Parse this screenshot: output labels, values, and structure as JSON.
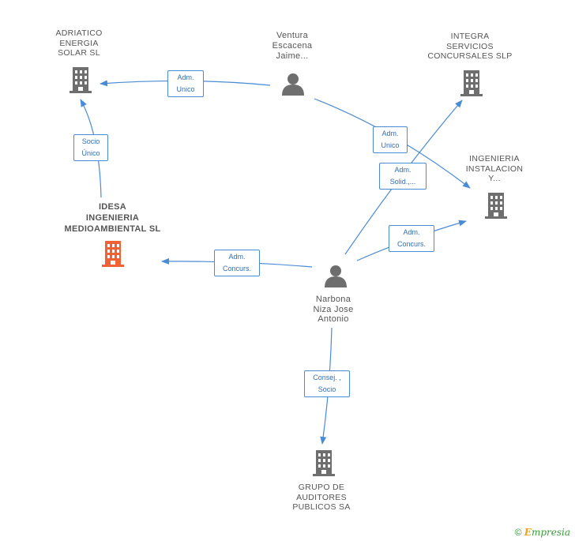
{
  "nodes": {
    "adriatico": {
      "lines": [
        "ADRIATICO",
        "ENERGIA",
        "SOLAR SL"
      ],
      "type": "company"
    },
    "ventura": {
      "lines": [
        "Ventura",
        "Escacena",
        "Jaime..."
      ],
      "type": "person"
    },
    "integra": {
      "lines": [
        "INTEGRA",
        "SERVICIOS",
        "CONCURSALES SLP"
      ],
      "type": "company"
    },
    "ingenieria": {
      "lines": [
        "INGENIERIA",
        "INSTALACION",
        "Y..."
      ],
      "type": "company"
    },
    "idesa": {
      "lines": [
        "IDESA",
        "INGENIERIA",
        "MEDIOAMBIENTAL SL"
      ],
      "type": "company-main"
    },
    "narbona": {
      "lines": [
        "Narbona",
        "Niza Jose",
        "Antonio"
      ],
      "type": "person"
    },
    "grupo": {
      "lines": [
        "GRUPO DE",
        "AUDITORES",
        "PUBLICOS SA"
      ],
      "type": "company"
    }
  },
  "edges": {
    "ventura_adriatico": {
      "lines": [
        "Adm.",
        "Unico"
      ]
    },
    "idesa_adriatico": {
      "lines": [
        "Socio",
        "Único"
      ]
    },
    "ventura_ingenieria": {
      "lines": [
        "Adm.",
        "Unico"
      ]
    },
    "narbona_integra": {
      "lines": [
        "Adm.",
        "Solid.,..."
      ]
    },
    "narbona_ingenieria": {
      "lines": [
        "Adm.",
        "Concurs."
      ]
    },
    "narbona_idesa": {
      "lines": [
        "Adm.",
        "Concurs."
      ]
    },
    "narbona_grupo": {
      "lines": [
        "Consej. ,",
        "Socio"
      ]
    }
  },
  "colors": {
    "edge": "#4a8bd6",
    "company": "#6e6e6e",
    "main_company": "#ef6236",
    "person": "#6e6e6e"
  },
  "footer": {
    "copyright": "©",
    "brand_initial": "E",
    "brand_rest": "mpresia"
  }
}
